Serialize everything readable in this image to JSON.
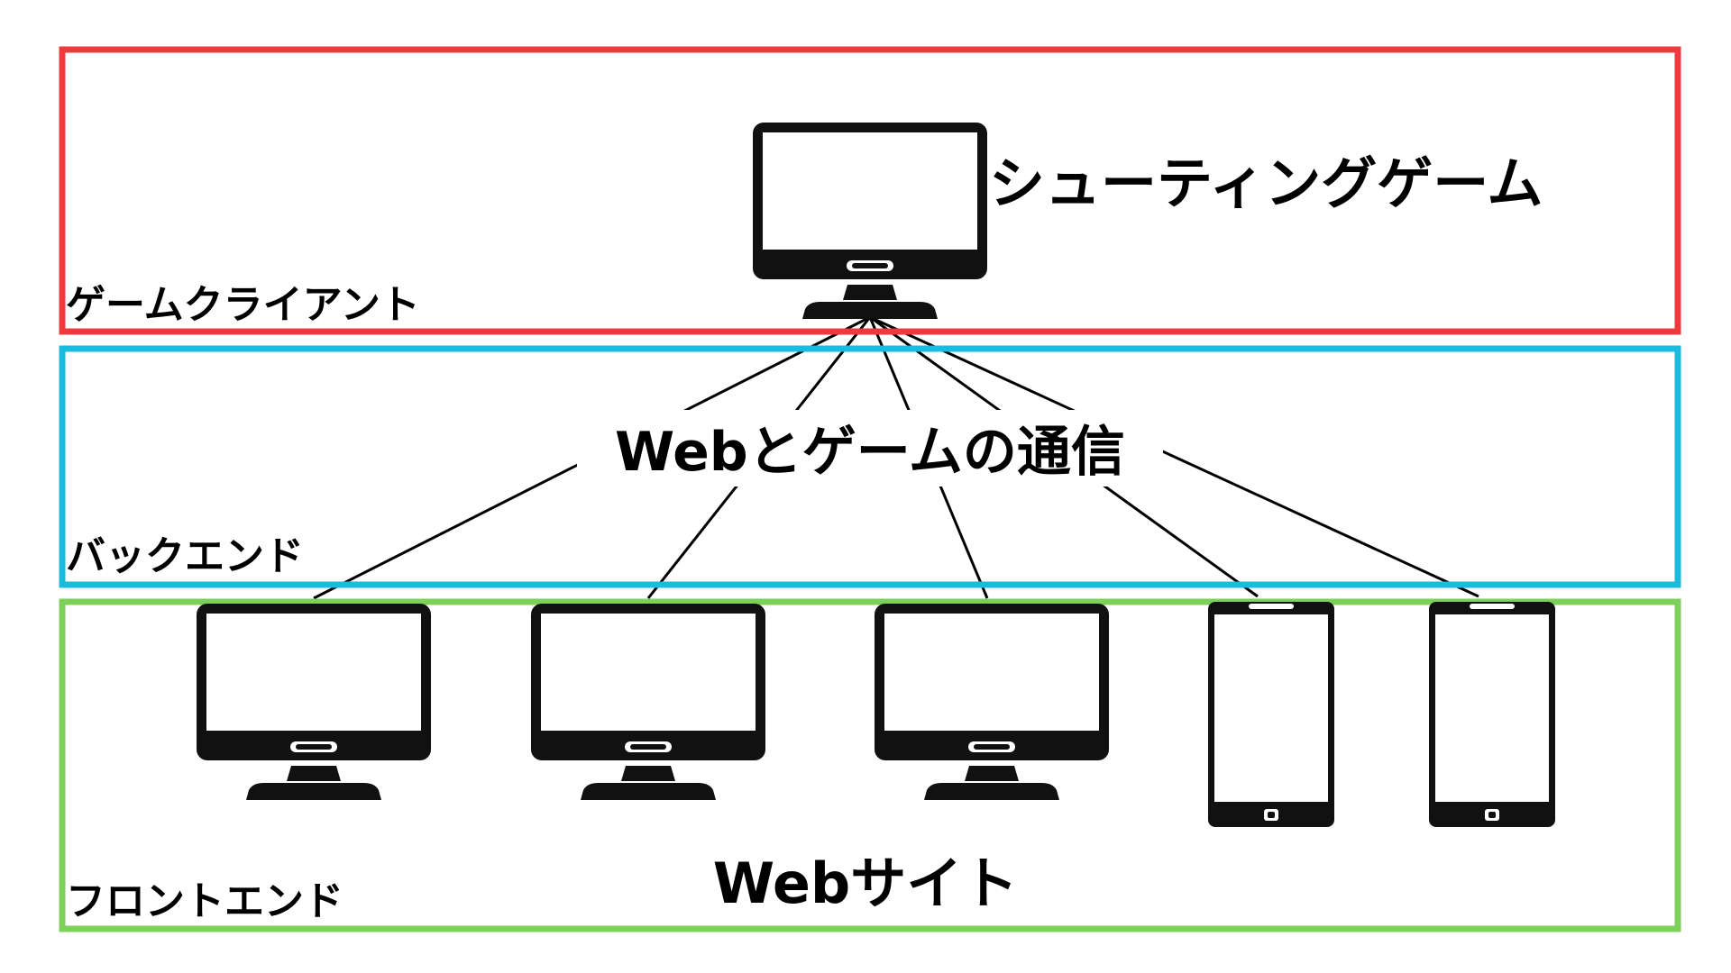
{
  "layers": {
    "client": {
      "label": "ゲームクライアント",
      "color": "#f0393d"
    },
    "backend": {
      "label": "バックエンド",
      "color": "#1bbbdf"
    },
    "frontend": {
      "label": "フロントエンド",
      "color": "#7dd15a"
    }
  },
  "game_name": "シューティングゲーム",
  "communication_label": "Webとゲームの通信",
  "website_label": "Webサイト",
  "devices": [
    {
      "type": "desktop-monitor"
    },
    {
      "type": "desktop-monitor"
    },
    {
      "type": "desktop-monitor"
    },
    {
      "type": "smartphone"
    },
    {
      "type": "smartphone"
    }
  ]
}
